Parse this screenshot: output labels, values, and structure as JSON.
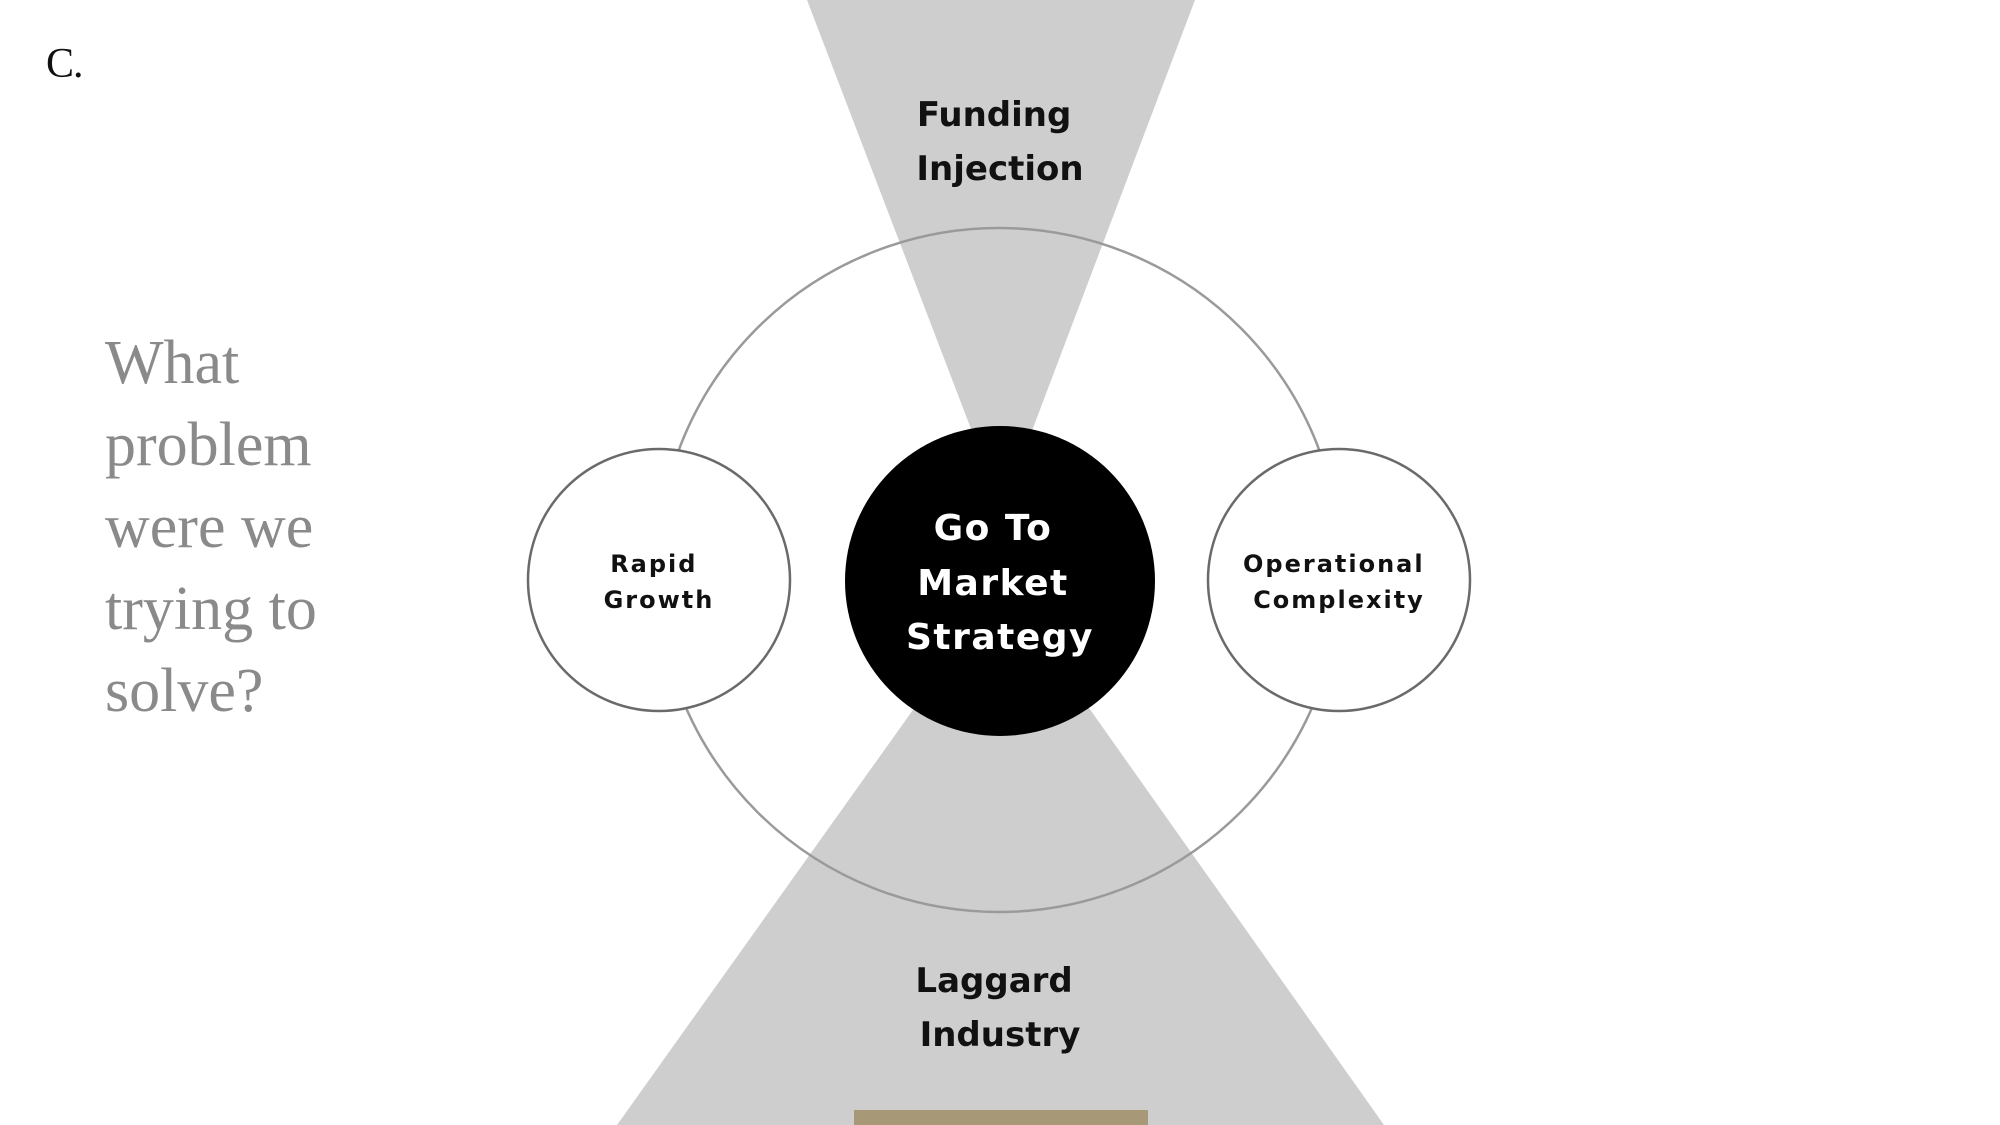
{
  "logo": "C.",
  "question": [
    "What",
    "problem",
    "were we",
    "trying to",
    "solve?"
  ],
  "diagram": {
    "top_label": [
      "Funding",
      "Injection"
    ],
    "bottom_label": [
      "Laggard",
      "Industry"
    ],
    "center_label": [
      "Go To",
      "Market",
      "Strategy"
    ],
    "left_label": [
      "Rapid",
      "Growth"
    ],
    "right_label": [
      "Operational",
      "Complexity"
    ]
  },
  "colors": {
    "funnel_fill": "#cfcecf",
    "accent_bar": "#a79977",
    "center_fill": "#000000",
    "ring_stroke": "#9a9a9a",
    "node_stroke": "#6a6a6a"
  }
}
